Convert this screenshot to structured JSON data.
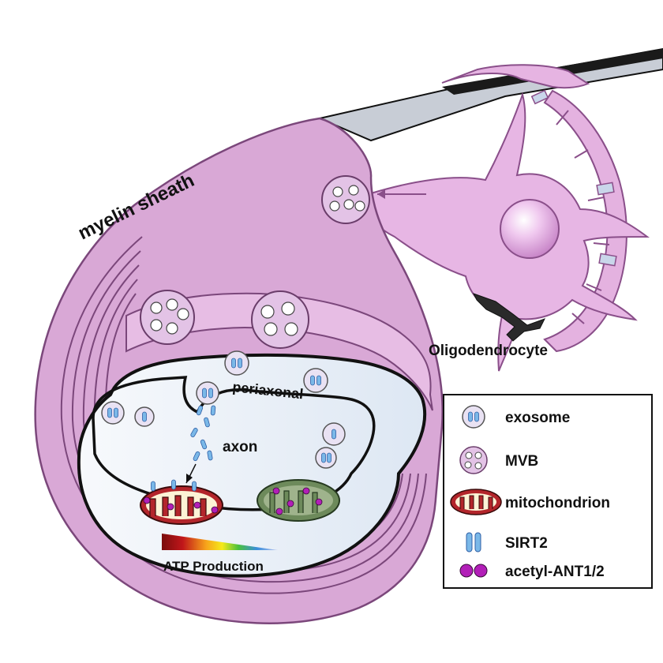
{
  "labels": {
    "myelin": "myelin sheath",
    "oligo": "Oligodendrocyte",
    "periaxonal": "periaxonal",
    "axon": "axon",
    "atp": "ATP Production"
  },
  "legend": {
    "exosome": "exosome",
    "mvb": "MVB",
    "mitochondrion": "mitochondrion",
    "sirt2": "SIRT2",
    "acetyl": "acetyl-ANT1/2"
  },
  "colors": {
    "myelin_fill": "#d9a8d6",
    "myelin_stroke": "#8a4f8a",
    "cell_fill": "#e7b6e4",
    "axon_fill": "#f3f6fb",
    "sirt2": "#7ab8e8",
    "acetyl": "#b21fb8",
    "mito_active": "#b3252b",
    "mito_inactive": "#6d8a5b"
  },
  "icons": [
    "exosome-icon",
    "mvb-icon",
    "mitochondrion-icon",
    "sirt2-icon",
    "acetyl-ant-icon",
    "arrow-icon"
  ]
}
